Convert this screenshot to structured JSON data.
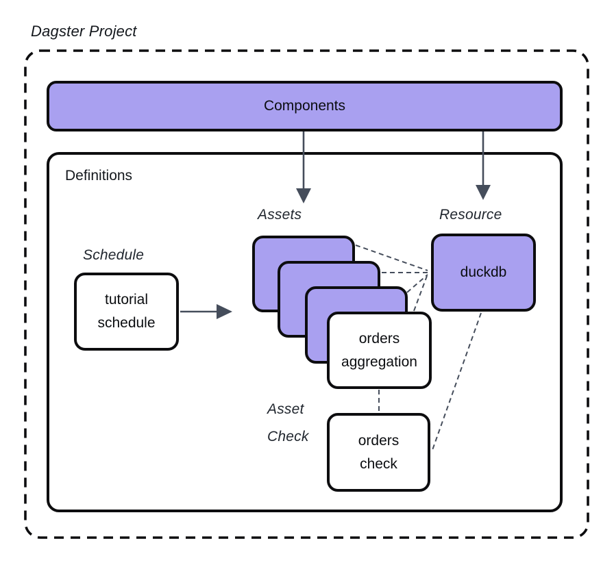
{
  "title": "Dagster Project",
  "components": {
    "label": "Components"
  },
  "definitions": {
    "label": "Definitions"
  },
  "groups": {
    "schedule_label": "Schedule",
    "assets_label": "Assets",
    "resource_label": "Resource",
    "asset_check_label_line1": "Asset",
    "asset_check_label_line2": "Check"
  },
  "nodes": {
    "tutorial_schedule": {
      "lines": [
        "tutorial",
        "schedule"
      ]
    },
    "orders_aggregation": {
      "lines": [
        "orders",
        "aggregation"
      ]
    },
    "orders_check": {
      "lines": [
        "orders",
        "check"
      ]
    },
    "duckdb": {
      "label": "duckdb"
    }
  },
  "connectors": {
    "components_to_assets": "arrow-down",
    "components_to_resource": "arrow-down",
    "schedule_to_assets": "arrow-right",
    "assets_to_duckdb": "dashed",
    "aggregation_to_duckdb": "dashed",
    "duckdb_to_orders_check": "dashed",
    "aggregation_to_orders_check": "dashed"
  },
  "colors": {
    "node_purple": "#A9A0F0",
    "border_black": "#0D0D0F",
    "connector_slate": "#454D5B",
    "text_dark": "#14181D"
  }
}
